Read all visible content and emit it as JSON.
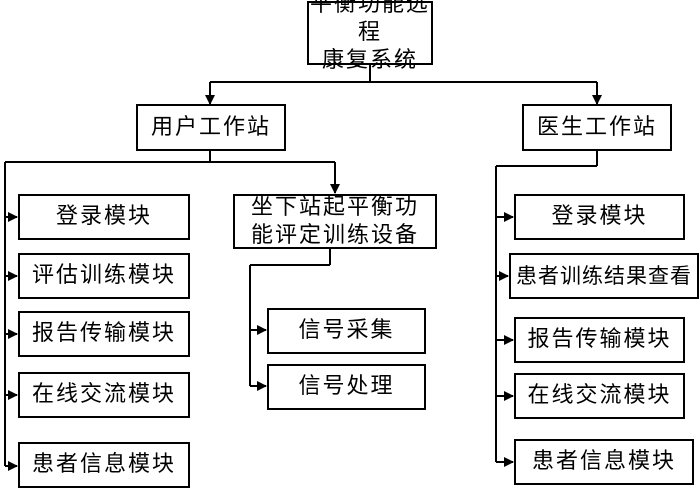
{
  "root": {
    "line1": "平衡功能远程",
    "line2": "康复系统"
  },
  "user_station": {
    "title": "用户工作站",
    "modules": [
      "登录模块",
      "评估训练模块",
      "报告传输模块",
      "在线交流模块",
      "患者信息模块"
    ]
  },
  "device": {
    "line1": "坐下站起平衡功",
    "line2": "能评定训练设备",
    "modules": [
      "信号采集",
      "信号处理"
    ]
  },
  "doctor_station": {
    "title": "医生工作站",
    "modules": [
      "登录模块",
      "患者训练结果查看",
      "报告传输模块",
      "在线交流模块",
      "患者信息模块"
    ]
  },
  "colors": {
    "line": "#000000",
    "box_fill": "#ffffff",
    "text": "#000000"
  }
}
